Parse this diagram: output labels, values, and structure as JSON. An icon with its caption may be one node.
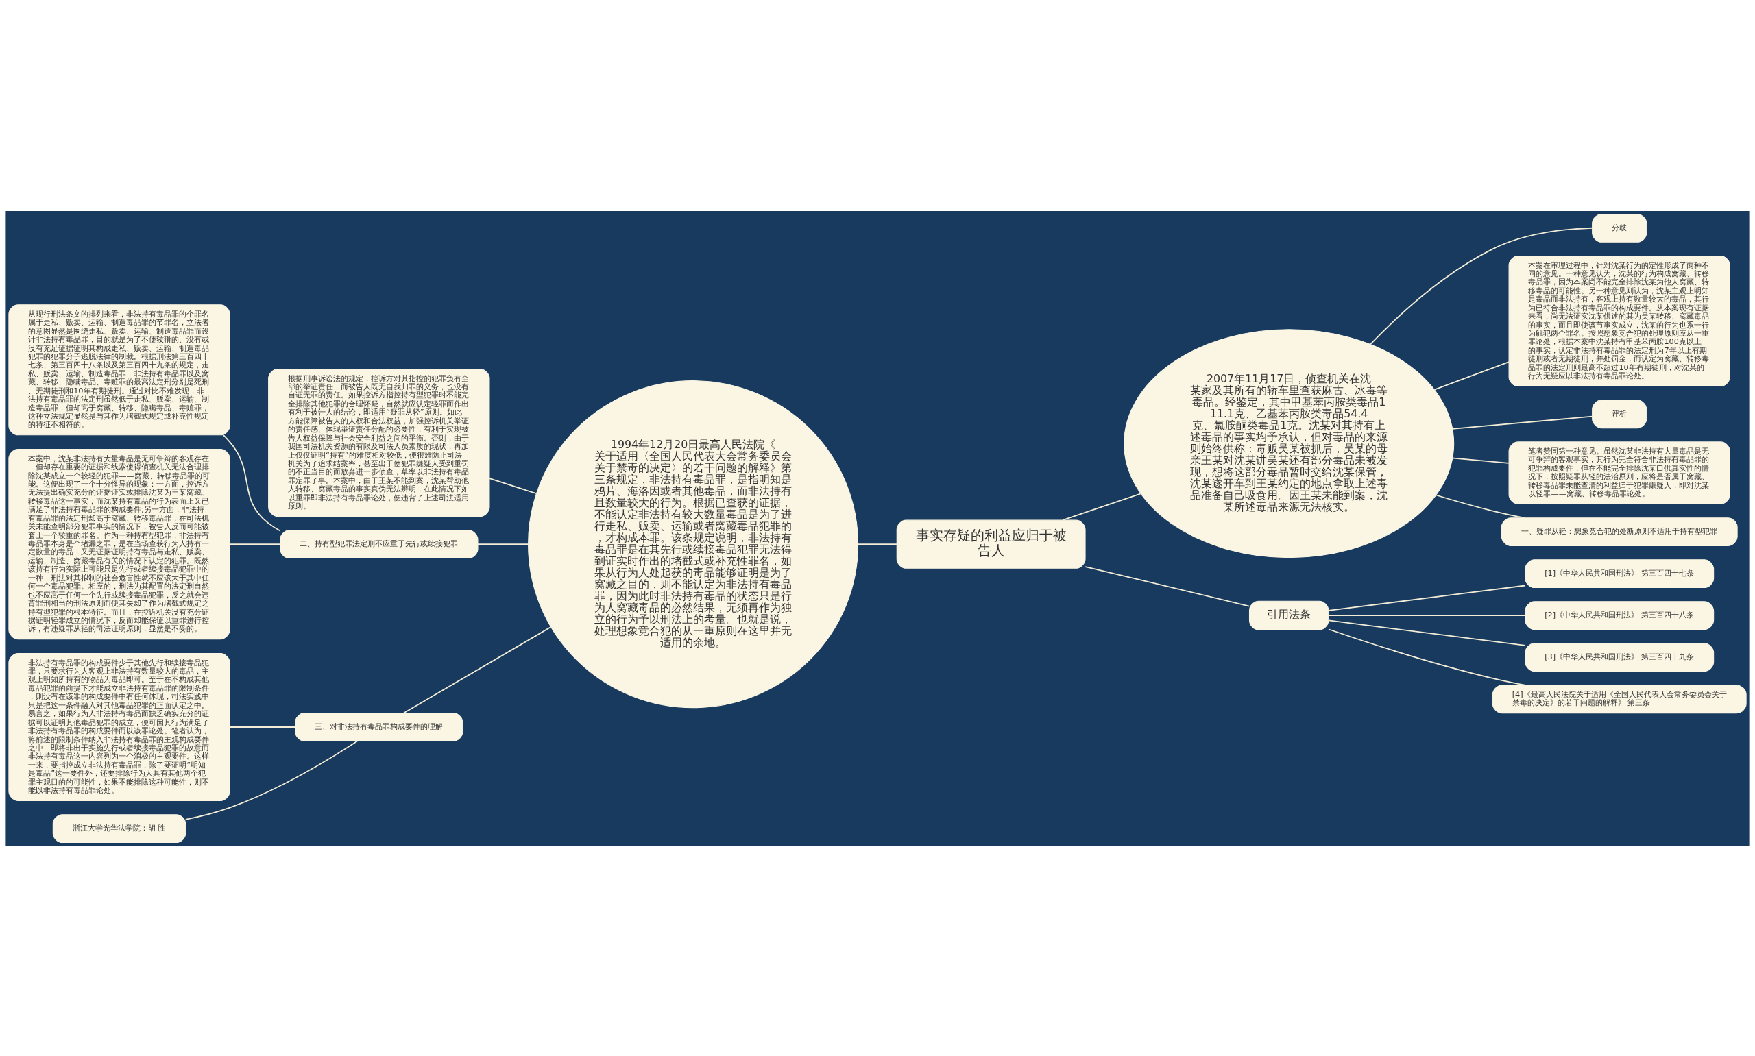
{
  "diagram": {
    "nodes": [
      {
        "text": [
          "事实存疑的利益应归于被告人"
        ]
      },
      {
        "text": [
          "1994年12月20日最高人民法院《关于适用〈全国人民代表大会常务委员会关于禁毒的决定〉的若干问题的解释》第三条规定，非法持有毒品罪，是指明知是鸦片、海洛因或者其他毒品，而非法持有且数量较大的行为。根据已查获的证据，不能认定非法持有较大数量毒品是为了进行走私、贩卖、运输或者窝藏毒品犯罪的，才构成本罪。该条规定说明，非法持有毒品罪是在其先行或续接毒品犯罪无法得到证实时作出的堵截式或补充性罪名，如果从行为人处起获的毒品能够证明是为了窝藏之目的，则不能认定为非法持有毒品罪，因为此时非法持有毒品的状态只是行为人窝藏毒品的必然结果，无须再作为独立的行为予以刑法上的考量。也就是说，处理想象竞合犯的从一重原则在这里并无适用的余地。"
        ]
      },
      {
        "text": [
          "根据刑事诉讼法的规定，控诉方对其指控的犯罪负有全部的举证责任，而被告人既无自我归罪的义务，也没有自证无罪的责任。如果控诉方指控持有型犯罪时不能完全排除其他犯罪的合理怀疑，自然就应认定轻罪而作出有利于被告人的结论，即适用“疑罪从轻”原则。如此方能保障被告人的人权和合法权益，加强控诉机关举证的责任感、体现举证责任分配的必要性，有利于实现被告人权益保障与社会安全利益之间的平衡。否则，由于我国司法机关资源的有限及司法人员素质的现状，再加上仅仅证明“持有”的难度相对较低，便很难防止司法机关为了追求结案率，甚至出于使犯罪嫌疑人受到重罚的不正当目的而放弃进一步侦查，草率以非法持有毒品罪定罪了事。本案中，由于王某不能到案，沈某帮助他人转移、窝藏毒品的事实真伪无法辨明，在此情况下如以重罪即非法持有毒品罪论处，便违背了上述司法适用原则。"
        ]
      },
      {
        "text": [
          "二、持有型犯罪法定刑不应重于先行或续接犯罪"
        ]
      },
      {
        "text": [
          "从现行刑法条文的排列来看，非法持有毒品罪的个罪名属于走私、贩卖、运输、制造毒品罪的节罪名，立法者的意图显然是围绕走私、贩卖、运输、制造毒品罪而设计非法持有毒品罪，目的就是为了不使狡猾的、没有或没有充足证据证明其构成走私、贩卖、运输、制造毒品犯罪的犯罪分子逃脱法律的制裁。根据刑法第三百四十七条、第三百四十八条以及第三百四十九条的规定，走私、贩卖、运输、制造毒品罪，非法持有毒品罪以及窝藏、转移、隐瞒毒品、毒赃罪的最高法定刑分别是死刑、无期徒刑和10年有期徒刑。通过对比不难发现，非法持有毒品罪的法定刑虽然低于走私、贩卖、运输、制造毒品罪，但却高于窝藏、转移、隐瞒毒品、毒赃罪，这种立法规定显然是与其作为堵截式规定或补充性规定的特征不相符的。"
        ]
      },
      {
        "text": [
          "本案中，沈某非法持有大量毒品是无可争辩的客观存在，但却存在重要的证据和线索使得侦查机关无法合理排除沈某成立一个较轻的犯罪——窝藏、转移毒品罪的可能。这便出现了一个十分怪异的现象：一方面，控诉方无法提出确实充分的证据证实或排除沈某为王某窝藏、转移毒品这一事实，而沈某持有毒品的行为表面上又已满足了非法持有毒品罪的构成要件;另一方面，非法持有毒品罪的法定刑却高于窝藏、转移毒品罪，在司法机关未能查明部分犯罪事实的情况下，被告人反而可能被套上一个较重的罪名。作为一种持有型犯罪，非法持有毒品罪本身是个堵漏之罪，是在当场查获行为人持有一定数量的毒品，又无证据证明持有毒品与走私、贩卖、运输、制造、窝藏毒品有关的情况下认定的犯罪。既然该持有行为实际上可能只是先行或者续接毒品犯罪中的一种，刑法对其拟制的社会危害性就不应该大于其中任何一个毒品犯罪。相应的，刑法为其配置的法定刑自然也不应高于任何一个先行或续接毒品犯罪，反之就会违背罪刑相当的刑法原则而使其失却了作为堵截式规定之持有型犯罪的根本特征。而且，在控诉机关没有充分证据证明轻罪成立的情况下，反而却能保证以重罪进行控诉，有违疑罪从轻的司法证明原则，显然是不妥的。"
        ]
      },
      {
        "text": [
          "三、对非法持有毒品罪构成要件的理解"
        ]
      },
      {
        "text": [
          "非法持有毒品罪的构成要件少于其他先行和续接毒品犯罪，只要求行为人客观上非法持有数量较大的毒品，主观上明知所持有的物品为毒品即可。至于在不构成其他毒品犯罪的前提下才能成立非法持有毒品罪的限制条件，则没有在该罪的构成要件中有任何体现，司法实践中只是把这一条件融入对其他毒品犯罪的正面认定之中。易言之，如果行为人非法持有毒品而缺乏确实充分的证据可以证明其他毒品犯罪的成立，便可因其行为满足了非法持有毒品罪的构成要件而以该罪论处。笔者认为，将前述的限制条件纳入非法持有毒品罪的主观构成要件之中，即将非出于实施先行或者续接毒品犯罪的故意而非法持有毒品这一内容列为一个消极的主观要件。这样一来，要指控成立非法持有毒品罪，除了要证明“明知是毒品”这一要件外，还要排除行为人具有其他两个犯罪主观目的的可能性，如果不能排除这种可能性，则不能以非法持有毒品罪论处。"
        ]
      },
      {
        "text": [
          "浙江大学光华法学院：胡 胜"
        ]
      },
      {
        "text": [
          "2007年11月17日，侦查机关在沈某家及其所有的轿车里查获麻古、冰毒等毒品。经鉴定，其中甲基苯丙胺类毒品111.1克、乙基苯丙胺类毒品54.4克、氯胺酮类毒品1克。沈某对其持有上述毒品的事实均予承认，但对毒品的来源则始终供称：毒贩吴某被抓后，吴某的母亲王某对沈某讲吴某还有部分毒品未被发现，想将这部分毒品暂时交给沈某保管，沈某遂开车到王某约定的地点拿取上述毒品准备自己吸食用。因王某未能到案，沈某所述毒品来源无法核实。"
        ]
      },
      {
        "text": [
          "分歧"
        ]
      },
      {
        "text": [
          "本案在审理过程中，针对沈某行为的定性形成了两种不同的意见。一种意见认为，沈某的行为构成窝藏、转移毒品罪，因为本案尚不能完全排除沈某为他人窝藏、转移毒品的可能性。另一种意见则认为，沈某主观上明知是毒品而非法持有，客观上持有数量较大的毒品，其行为已符合非法持有毒品罪的构成要件。从本案现有证据来看，尚无法证实沈某供述的其为吴某转移、窝藏毒品的事实，而且即使该节事实成立，沈某的行为也系一行为触犯两个罪名。按照想象竞合犯的处理原则应从一重罪论处，根据本案中沈某持有甲基苯丙胺100克以上的事实，认定非法持有毒品罪的法定刑为7年以上有期徒刑或者无期徒刑，并处罚金，而认定为窝藏、转移毒品罪的法定刑则最高不超过10年有期徒刑，对沈某的行为无疑应以非法持有毒品罪论处。"
        ]
      },
      {
        "text": [
          "评析"
        ]
      },
      {
        "text": [
          "笔者赞同第一种意见。虽然沈某非法持有大量毒品是无可争辩的客观事实，其行为完全符合非法持有毒品罪的犯罪构成要件，但在不能完全排除沈某口供真实性的情况下，按照疑罪从轻的法治原则，应将是否属于窝藏、转移毒品罪未能查清的利益归于犯罪嫌疑人，即对沈某以轻罪——窝藏、转移毒品罪论处。"
        ]
      },
      {
        "text": [
          "一、疑罪从轻：想象竞合犯的处断原则不适用于持有型犯罪"
        ]
      },
      {
        "text": [
          "引用法条"
        ]
      },
      {
        "text": [
          "[1]《中华人民共和国刑法》 第三百四十七条"
        ]
      },
      {
        "text": [
          "[2]《中华人民共和国刑法》 第三百四十八条"
        ]
      },
      {
        "text": [
          "[3]《中华人民共和国刑法》 第三百四十九条"
        ]
      },
      {
        "text": [
          "[4]《最高人民法院关于适用《全国人民代表大会常务委员会关于禁毒的决定》的若干问题的解释》 第三条"
        ]
      }
    ],
    "edges": [
      {
        "from": 0,
        "to": 1,
        "arrow": "none"
      },
      {
        "from": 1,
        "to": 2,
        "arrow": "none"
      },
      {
        "from": 1,
        "to": 3,
        "arrow": "none"
      },
      {
        "from": 3,
        "to": 4,
        "arrow": "none"
      },
      {
        "from": 3,
        "to": 5,
        "arrow": "none"
      },
      {
        "from": 1,
        "to": 6,
        "arrow": "none"
      },
      {
        "from": 6,
        "to": 7,
        "arrow": "none"
      },
      {
        "from": 6,
        "to": 8,
        "arrow": "none"
      },
      {
        "from": 0,
        "to": 9,
        "arrow": "none"
      },
      {
        "from": 9,
        "to": 10,
        "arrow": "none"
      },
      {
        "from": 9,
        "to": 11,
        "arrow": "none"
      },
      {
        "from": 9,
        "to": 12,
        "arrow": "none"
      },
      {
        "from": 9,
        "to": 13,
        "arrow": "none"
      },
      {
        "from": 9,
        "to": 14,
        "arrow": "none"
      },
      {
        "from": 0,
        "to": 15,
        "arrow": "none"
      },
      {
        "from": 15,
        "to": 16,
        "arrow": "none"
      },
      {
        "from": 15,
        "to": 17,
        "arrow": "none"
      },
      {
        "from": 15,
        "to": 18,
        "arrow": "none"
      },
      {
        "from": 15,
        "to": 19,
        "arrow": "none"
      }
    ]
  }
}
